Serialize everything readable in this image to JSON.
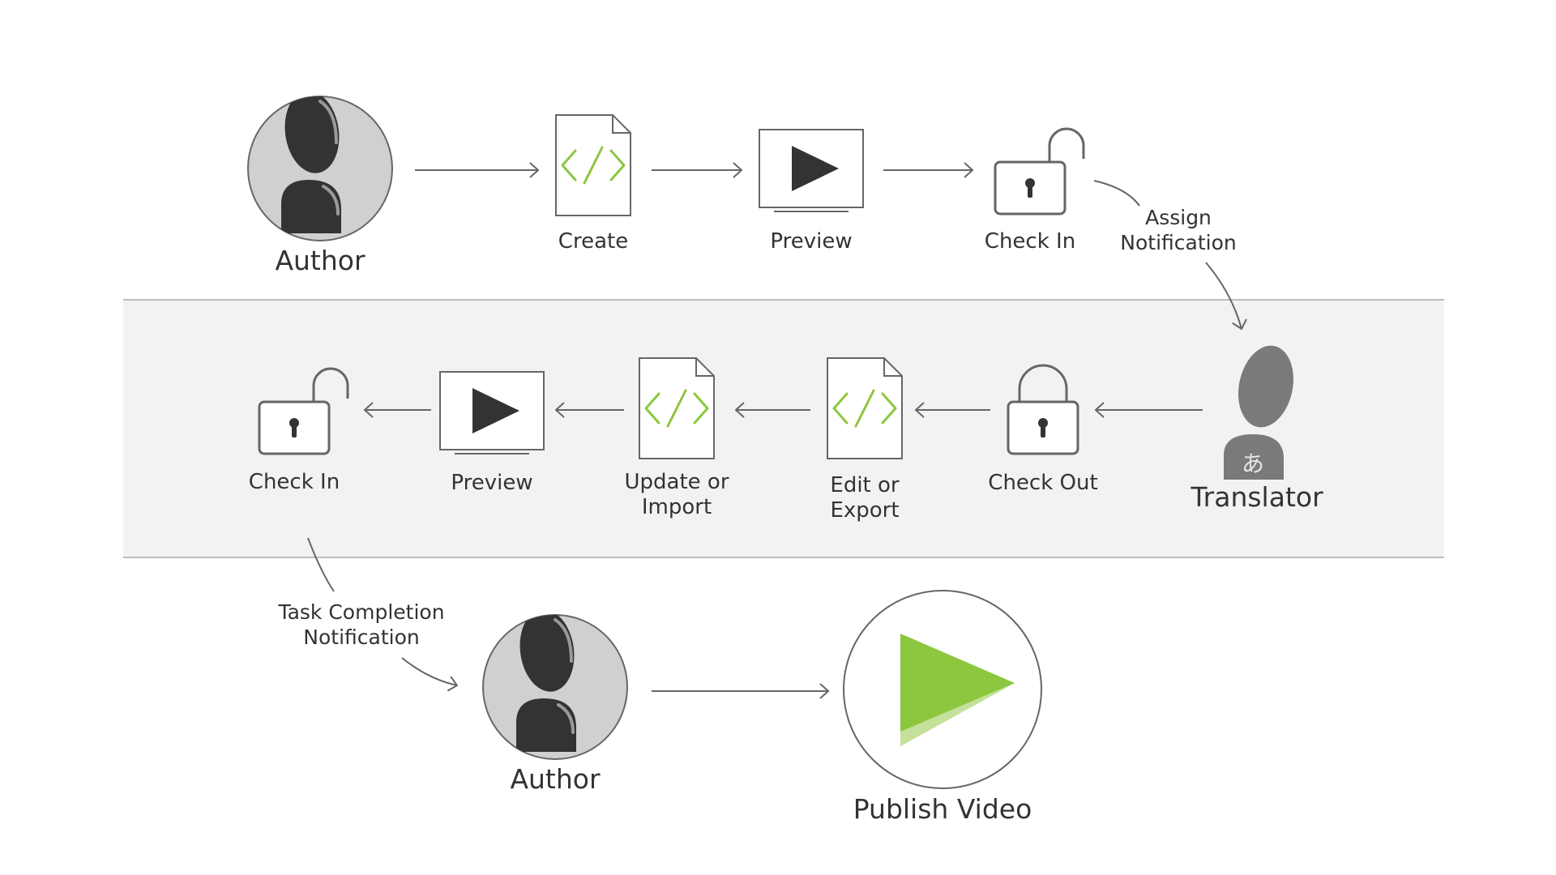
{
  "colors": {
    "accent_green": "#8dc63f",
    "band_gray": "#f2f2f2",
    "avatar_bg": "#d0d0d0",
    "avatar_dark": "#333333",
    "translator_gray": "#7a7a7a",
    "line_gray": "#666666"
  },
  "top_row": {
    "author": {
      "label": "Author",
      "icon": "author-avatar-icon"
    },
    "create": {
      "label": "Create",
      "icon": "code-file-icon"
    },
    "preview": {
      "label": "Preview",
      "icon": "play-screen-icon"
    },
    "check_in": {
      "label": "Check In",
      "icon": "unlocked-padlock-icon"
    },
    "assign_notification": {
      "line1": "Assign",
      "line2": "Notification"
    }
  },
  "middle_row": {
    "translator": {
      "label": "Translator",
      "icon": "translator-avatar-icon",
      "glyph": "あ"
    },
    "check_out": {
      "label": "Check Out",
      "icon": "locked-padlock-icon"
    },
    "edit_export": {
      "line1": "Edit or",
      "line2": "Export",
      "icon": "code-file-icon"
    },
    "update_import": {
      "line1": "Update or",
      "line2": "Import",
      "icon": "code-file-icon"
    },
    "preview": {
      "label": "Preview",
      "icon": "play-screen-icon"
    },
    "check_in": {
      "label": "Check In",
      "icon": "unlocked-padlock-icon"
    }
  },
  "bottom_row": {
    "task_notification": {
      "line1": "Task Completion",
      "line2": "Notification"
    },
    "author": {
      "label": "Author",
      "icon": "author-avatar-icon"
    },
    "publish": {
      "label": "Publish Video",
      "icon": "green-play-icon"
    }
  }
}
